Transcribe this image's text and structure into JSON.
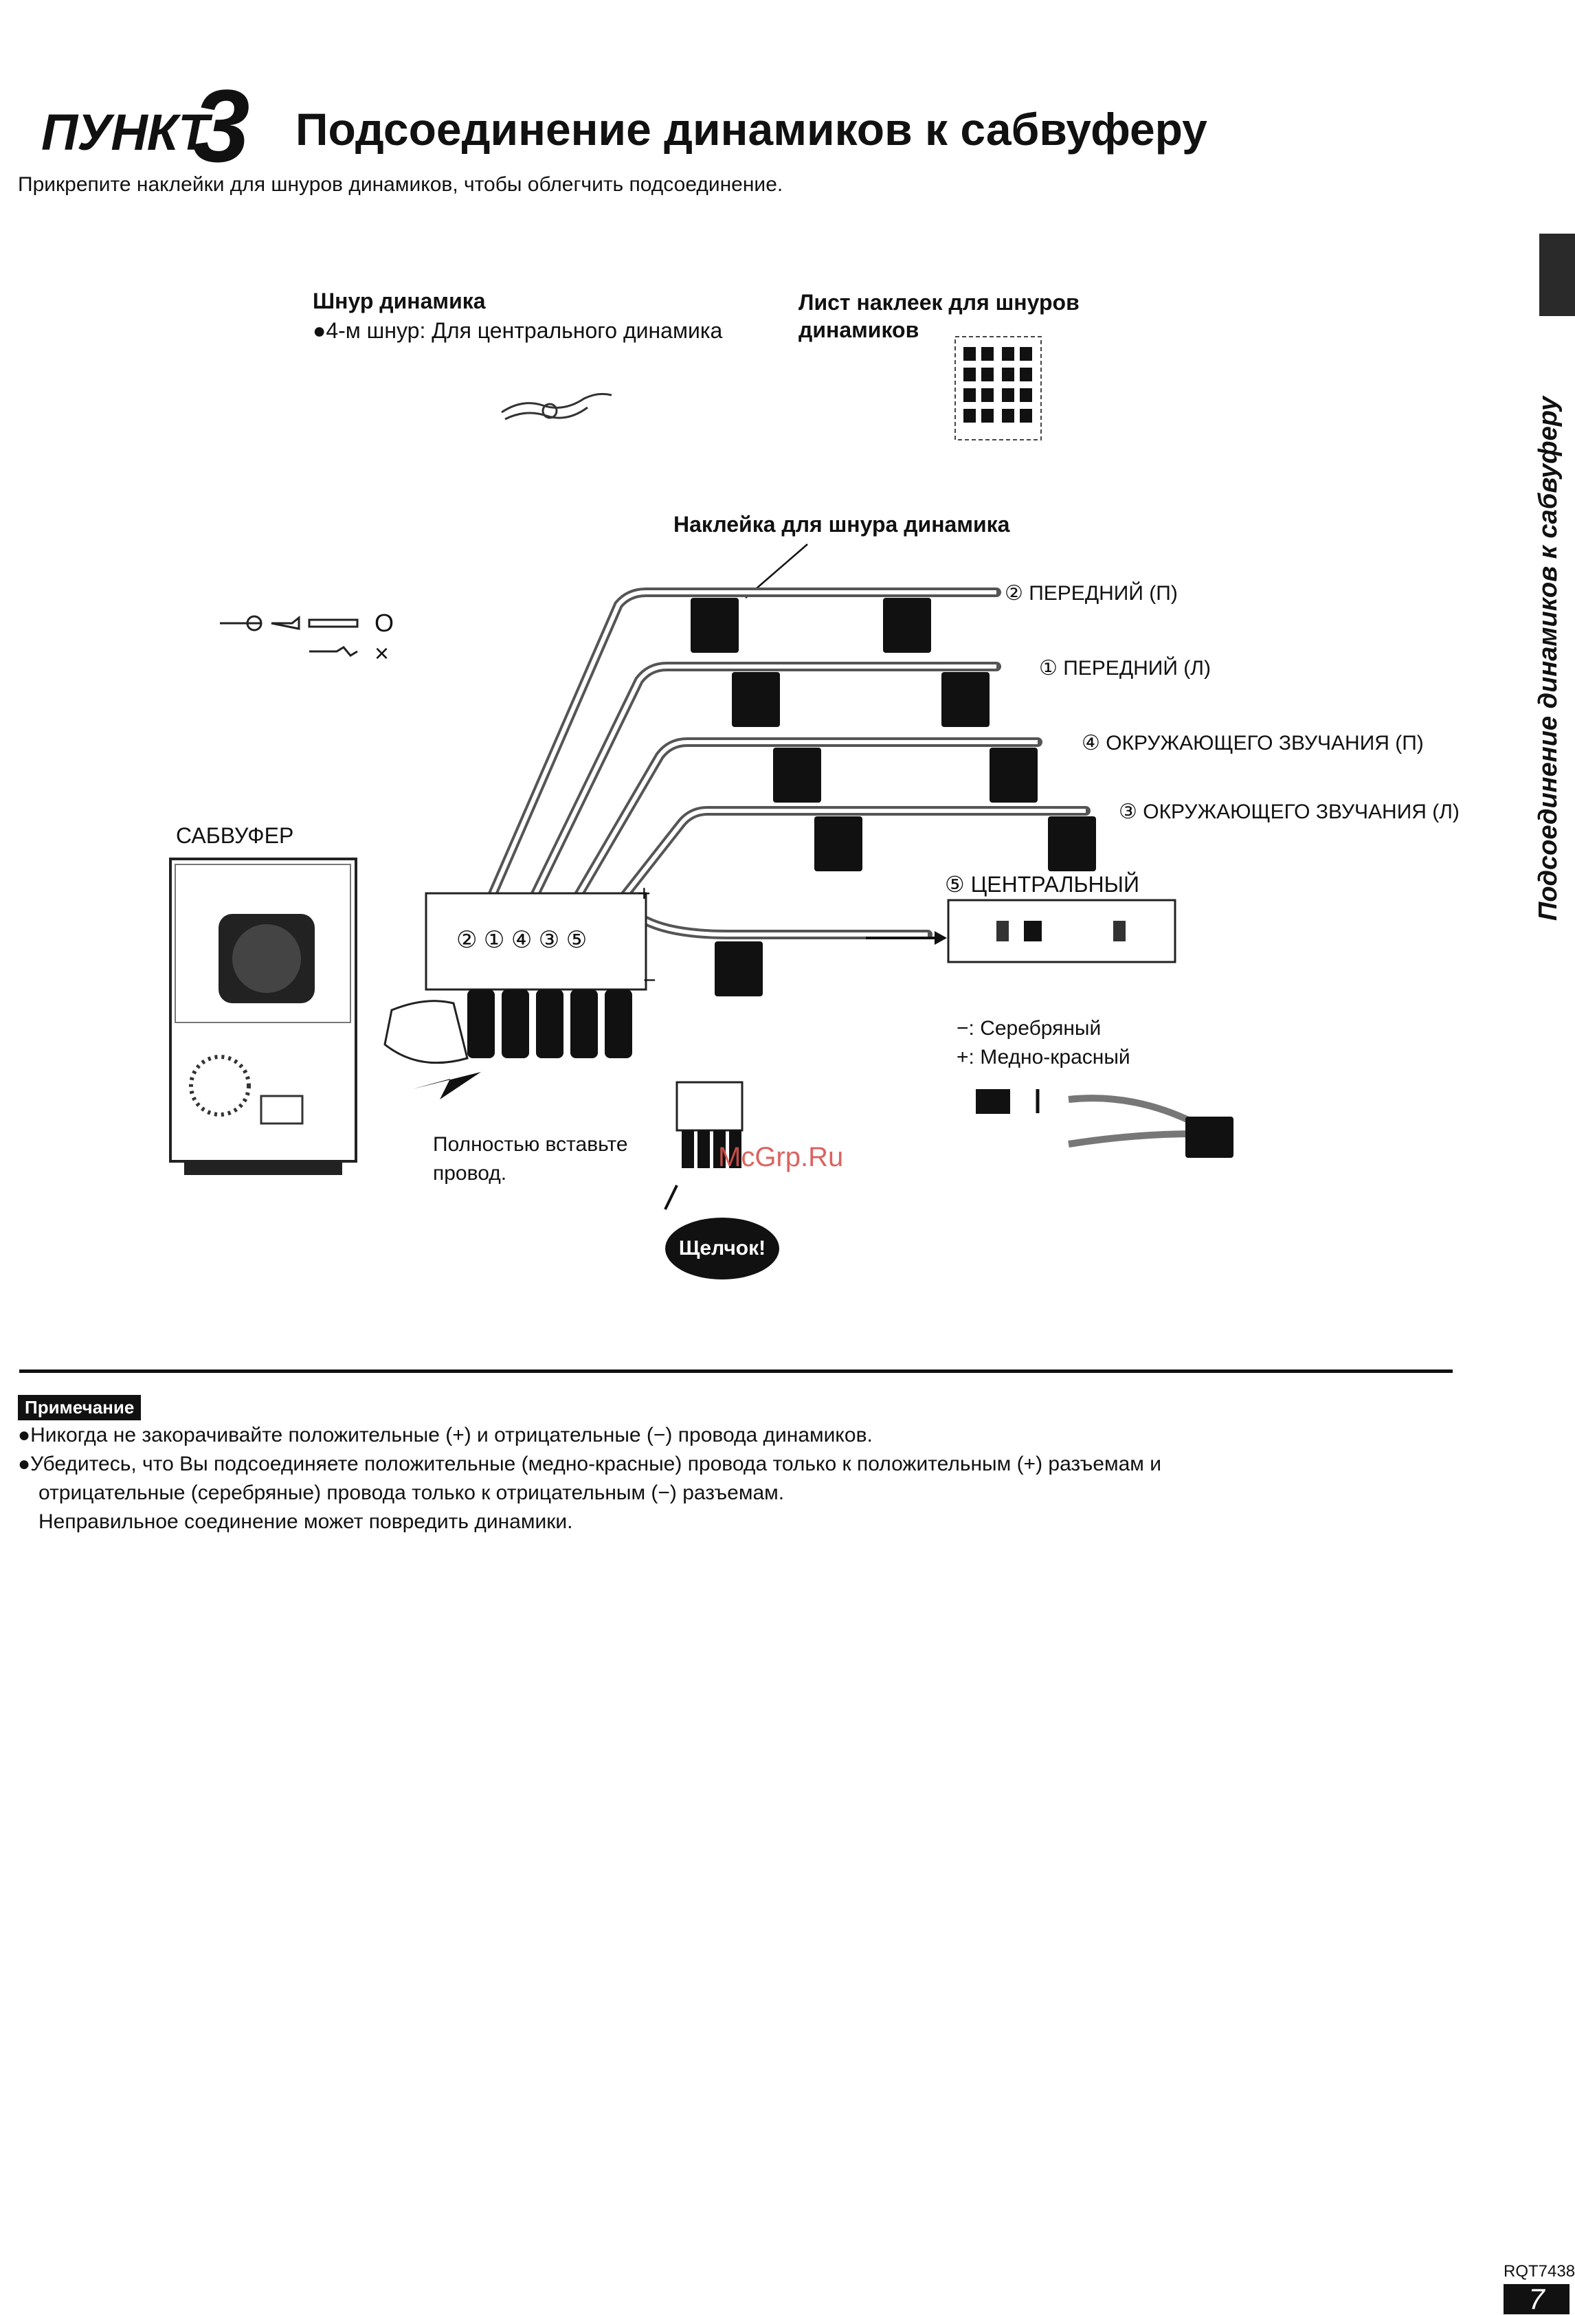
{
  "header": {
    "punkt": "ПУНКТ",
    "step_number": "3",
    "title": "Подсоединение динамиков к сабвуферу"
  },
  "subtitle": "Прикрепите наклейки для шнуров динамиков, чтобы облегчить подсоединение.",
  "parts": {
    "cord_title": "Шнур динамика",
    "cord_note": "●4-м шнур: Для центрального динамика",
    "sheet_title": "Лист наклеек для шнуров динамиков"
  },
  "diagram": {
    "sticker_label": "Наклейка для шнура динамика",
    "good_mark": "O",
    "bad_mark": "×",
    "speakers": [
      "② ПЕРЕДНИЙ (П)",
      "① ПЕРЕДНИЙ (Л)",
      "④ ОКРУЖАЮЩЕГО ЗВУЧАНИЯ (П)",
      "③ ОКРУЖАЮЩЕГО ЗВУЧАНИЯ (Л)"
    ],
    "subwoofer_label": "САБВУФЕР",
    "center_label": "⑤ ЦЕНТРАЛЬНЫЙ",
    "terminal_numbers": "② ① ④ ③ ⑤",
    "plus": "+",
    "minus": "−",
    "insert_note": "Полностью вставьте провод.",
    "click_badge": "Щелчок!",
    "legend_silver": "−: Серебряный",
    "legend_copper": "+: Медно-красный",
    "watermark": "McGrp.Ru"
  },
  "side_title": "Подсоединение динамиков к сабвуферу",
  "note": {
    "badge": "Примечание",
    "items": [
      "●Никогда не закорачивайте положительные (+) и отрицательные (−) провода динамиков.",
      "●Убедитесь, что Вы подсоединяете положительные (медно-красные) провода только к положительным (+) разъемам и",
      "отрицательные (серебряные) провода только к отрицательным (−) разъемам.",
      "Неправильное соединение может повредить динамики."
    ]
  },
  "footer": {
    "doc_code": "RQT7438",
    "page": "7"
  }
}
